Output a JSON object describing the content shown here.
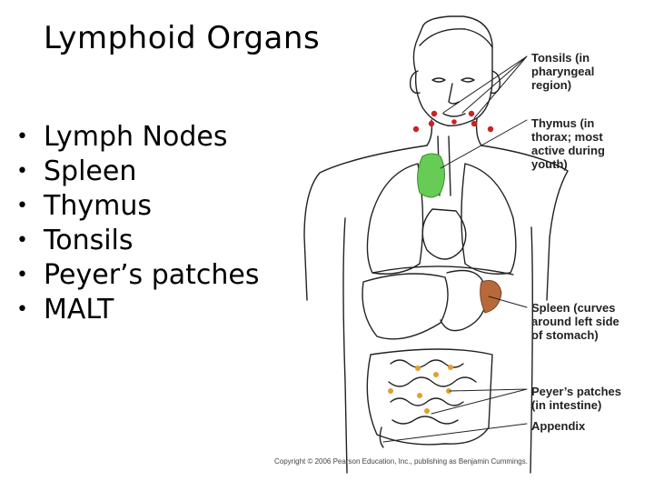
{
  "slide": {
    "title": "Lymphoid Organs",
    "bullets": [
      "Lymph Nodes",
      "Spleen",
      "Thymus",
      "Tonsils",
      "Peyer’s patches",
      "MALT"
    ]
  },
  "figure": {
    "labels": {
      "tonsils": "Tonsils (in\npharyngeal\nregion)",
      "thymus": "Thymus (in\nthorax; most\nactive during\nyouth)",
      "spleen": "Spleen (curves\naround left side\nof stomach)",
      "peyers": "Peyer’s patches\n(in intestine)",
      "appendix": "Appendix"
    },
    "copyright": "Copyright © 2006 Pearson Education, Inc., publishing as Benjamin Cummings.",
    "colors": {
      "outline": "#222222",
      "tonsils": "#cc2222",
      "thymus": "#66cc55",
      "spleen": "#b8693a",
      "peyers": "#e0a030"
    }
  }
}
